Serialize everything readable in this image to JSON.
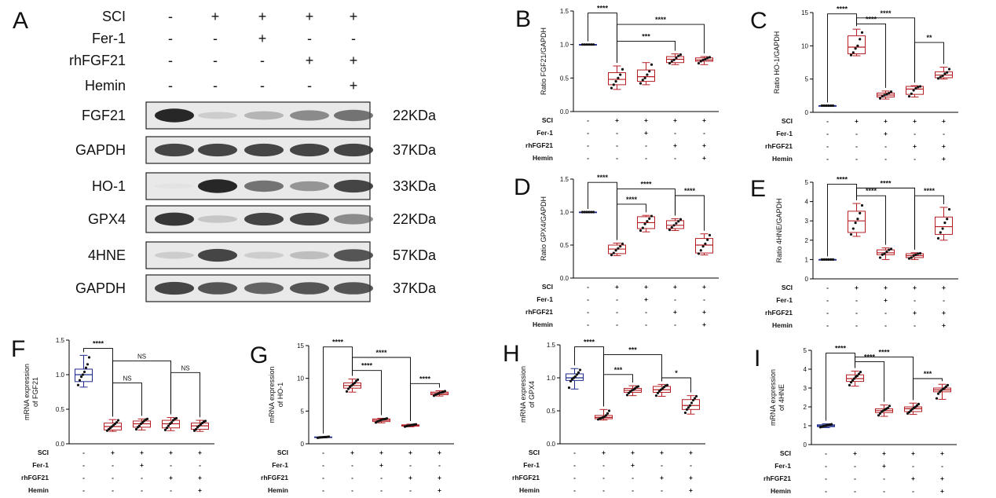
{
  "blot": {
    "letter": "A",
    "conditions": [
      {
        "label": "SCI",
        "values": [
          "-",
          "+",
          "+",
          "+",
          "+"
        ]
      },
      {
        "label": "Fer-1",
        "values": [
          "-",
          "-",
          "+",
          "-",
          "-"
        ]
      },
      {
        "label": "rhFGF21",
        "values": [
          "-",
          "-",
          "-",
          "+",
          "+"
        ]
      },
      {
        "label": "Hemin",
        "values": [
          "-",
          "-",
          "-",
          "-",
          "+"
        ]
      }
    ],
    "rows": [
      {
        "label": "FGF21",
        "kda": "22KDa",
        "intensity": [
          0.95,
          0.25,
          0.4,
          0.6,
          0.7
        ]
      },
      {
        "label": "GAPDH",
        "kda": "37KDa",
        "intensity": [
          0.85,
          0.85,
          0.85,
          0.85,
          0.85
        ]
      },
      {
        "label": "HO-1",
        "kda": "33KDa",
        "intensity": [
          0.05,
          0.95,
          0.7,
          0.55,
          0.85
        ]
      },
      {
        "label": "GPX4",
        "kda": "22KDa",
        "intensity": [
          0.9,
          0.3,
          0.85,
          0.85,
          0.6
        ]
      },
      {
        "label": "4HNE",
        "kda": "57KDa",
        "intensity": [
          0.25,
          0.85,
          0.25,
          0.35,
          0.8
        ]
      },
      {
        "label": "GAPDH",
        "kda": "37KDa",
        "intensity": [
          0.85,
          0.8,
          0.75,
          0.8,
          0.8
        ]
      }
    ]
  },
  "chart_data": [
    {
      "letter": "B",
      "type": "box",
      "ylabel": "Ratio FGF21/GAPDH",
      "ylim": [
        0,
        1.5
      ],
      "yticks": [
        "0.0",
        "0.5",
        "1.0",
        "1.5"
      ],
      "groups": [
        {
          "min": 1.0,
          "q1": 1.0,
          "median": 1.0,
          "q3": 1.0,
          "max": 1.0,
          "points": [
            1.0,
            1.0,
            1.0,
            1.0,
            1.0,
            1.0
          ]
        },
        {
          "min": 0.33,
          "q1": 0.4,
          "median": 0.48,
          "q3": 0.58,
          "max": 0.68,
          "points": [
            0.35,
            0.4,
            0.45,
            0.5,
            0.55,
            0.63
          ]
        },
        {
          "min": 0.4,
          "q1": 0.45,
          "median": 0.52,
          "q3": 0.62,
          "max": 0.73,
          "points": [
            0.42,
            0.47,
            0.5,
            0.55,
            0.6,
            0.7
          ]
        },
        {
          "min": 0.7,
          "q1": 0.73,
          "median": 0.78,
          "q3": 0.82,
          "max": 0.86,
          "points": [
            0.72,
            0.75,
            0.77,
            0.8,
            0.83,
            0.85
          ]
        },
        {
          "min": 0.7,
          "q1": 0.75,
          "median": 0.77,
          "q3": 0.8,
          "max": 0.82,
          "points": [
            0.72,
            0.75,
            0.77,
            0.78,
            0.8,
            0.81
          ]
        }
      ],
      "brackets": [
        {
          "from": 0,
          "to": 1,
          "y": 1.47,
          "label": "****"
        },
        {
          "from": 1,
          "to": 4,
          "y": 1.3,
          "label": "****"
        },
        {
          "from": 1,
          "to": 3,
          "y": 1.05,
          "label": "***"
        }
      ]
    },
    {
      "letter": "C",
      "type": "box",
      "ylabel": "Ratio HO-1/GAPDH",
      "ylim": [
        0,
        15
      ],
      "yticks": [
        "0",
        "5",
        "10",
        "15"
      ],
      "groups": [
        {
          "min": 1.0,
          "q1": 1.0,
          "median": 1.0,
          "q3": 1.0,
          "max": 1.0,
          "points": [
            1.0,
            1.0,
            1.0,
            1.0,
            1.0,
            1.0
          ]
        },
        {
          "min": 8.5,
          "q1": 8.8,
          "median": 9.8,
          "q3": 11.5,
          "max": 12.5,
          "points": [
            8.6,
            9.0,
            9.6,
            10.0,
            11.0,
            12.0
          ]
        },
        {
          "min": 2.0,
          "q1": 2.3,
          "median": 2.6,
          "q3": 2.9,
          "max": 3.2,
          "points": [
            2.1,
            2.4,
            2.6,
            2.7,
            2.9,
            3.1
          ]
        },
        {
          "min": 2.3,
          "q1": 2.7,
          "median": 3.5,
          "q3": 3.9,
          "max": 4.0,
          "points": [
            2.4,
            2.8,
            3.3,
            3.6,
            3.8,
            3.9
          ]
        },
        {
          "min": 5.0,
          "q1": 5.2,
          "median": 5.6,
          "q3": 6.1,
          "max": 6.8,
          "points": [
            5.1,
            5.3,
            5.5,
            5.8,
            6.0,
            6.5
          ]
        }
      ],
      "brackets": [
        {
          "from": 0,
          "to": 1,
          "y": 14.8,
          "label": "****"
        },
        {
          "from": 1,
          "to": 3,
          "y": 14.2,
          "label": "****"
        },
        {
          "from": 1,
          "to": 2,
          "y": 13.3,
          "label": "****"
        },
        {
          "from": 3,
          "to": 4,
          "y": 10.5,
          "label": "**"
        }
      ]
    },
    {
      "letter": "D",
      "type": "box",
      "ylabel": "Ratio GPX4/GAPDH",
      "ylim": [
        0,
        1.5
      ],
      "yticks": [
        "0.0",
        "0.5",
        "1.0",
        "1.5"
      ],
      "groups": [
        {
          "min": 1.0,
          "q1": 1.0,
          "median": 1.0,
          "q3": 1.0,
          "max": 1.0,
          "points": [
            1.0,
            1.0,
            1.0,
            1.0,
            1.0,
            1.0
          ]
        },
        {
          "min": 0.34,
          "q1": 0.37,
          "median": 0.44,
          "q3": 0.5,
          "max": 0.53,
          "points": [
            0.35,
            0.38,
            0.42,
            0.45,
            0.48,
            0.52
          ]
        },
        {
          "min": 0.7,
          "q1": 0.75,
          "median": 0.84,
          "q3": 0.93,
          "max": 0.95,
          "points": [
            0.72,
            0.76,
            0.82,
            0.86,
            0.9,
            0.94
          ]
        },
        {
          "min": 0.72,
          "q1": 0.75,
          "median": 0.8,
          "q3": 0.87,
          "max": 0.9,
          "points": [
            0.73,
            0.77,
            0.8,
            0.83,
            0.86,
            0.89
          ]
        },
        {
          "min": 0.35,
          "q1": 0.38,
          "median": 0.5,
          "q3": 0.6,
          "max": 0.67,
          "points": [
            0.37,
            0.42,
            0.48,
            0.52,
            0.58,
            0.65
          ]
        }
      ],
      "brackets": [
        {
          "from": 0,
          "to": 1,
          "y": 1.45,
          "label": "****"
        },
        {
          "from": 1,
          "to": 3,
          "y": 1.35,
          "label": "****"
        },
        {
          "from": 1,
          "to": 2,
          "y": 1.12,
          "label": "****"
        },
        {
          "from": 3,
          "to": 4,
          "y": 1.25,
          "label": "****"
        }
      ]
    },
    {
      "letter": "E",
      "type": "box",
      "ylabel": "Ratio 4HNE/GAPDH",
      "ylim": [
        0,
        5
      ],
      "yticks": [
        "0",
        "1",
        "2",
        "3",
        "4",
        "5"
      ],
      "groups": [
        {
          "min": 1.0,
          "q1": 1.0,
          "median": 1.0,
          "q3": 1.0,
          "max": 1.0,
          "points": [
            1.0,
            1.0,
            1.0,
            1.0,
            1.0,
            1.0
          ]
        },
        {
          "min": 2.2,
          "q1": 2.4,
          "median": 3.0,
          "q3": 3.5,
          "max": 3.9,
          "points": [
            2.3,
            2.6,
            2.9,
            3.1,
            3.4,
            3.8
          ]
        },
        {
          "min": 1.0,
          "q1": 1.25,
          "median": 1.35,
          "q3": 1.5,
          "max": 1.6,
          "points": [
            1.1,
            1.25,
            1.3,
            1.4,
            1.5,
            1.55
          ]
        },
        {
          "min": 1.0,
          "q1": 1.1,
          "median": 1.2,
          "q3": 1.3,
          "max": 1.35,
          "points": [
            1.05,
            1.1,
            1.2,
            1.25,
            1.3,
            1.32
          ]
        },
        {
          "min": 2.0,
          "q1": 2.3,
          "median": 2.7,
          "q3": 3.2,
          "max": 3.7,
          "points": [
            2.1,
            2.4,
            2.6,
            2.9,
            3.1,
            3.6
          ]
        }
      ],
      "brackets": [
        {
          "from": 0,
          "to": 1,
          "y": 4.9,
          "label": "****"
        },
        {
          "from": 1,
          "to": 3,
          "y": 4.7,
          "label": "****"
        },
        {
          "from": 1,
          "to": 2,
          "y": 4.3,
          "label": "****"
        },
        {
          "from": 3,
          "to": 4,
          "y": 4.3,
          "label": "****"
        }
      ]
    },
    {
      "letter": "F",
      "type": "box",
      "ylabel": "mRNA expression of FGF21",
      "ylim": [
        0,
        1.5
      ],
      "yticks": [
        "0.0",
        "0.5",
        "1.0",
        "1.5"
      ],
      "groups": [
        {
          "min": 0.82,
          "q1": 0.9,
          "median": 1.0,
          "q3": 1.08,
          "max": 1.28,
          "points": [
            0.85,
            0.92,
            0.97,
            1.0,
            1.04,
            1.1,
            1.15,
            1.25
          ]
        },
        {
          "min": 0.18,
          "q1": 0.2,
          "median": 0.25,
          "q3": 0.3,
          "max": 0.35,
          "points": [
            0.19,
            0.21,
            0.23,
            0.25,
            0.27,
            0.29,
            0.31,
            0.34
          ]
        },
        {
          "min": 0.2,
          "q1": 0.24,
          "median": 0.29,
          "q3": 0.33,
          "max": 0.36,
          "points": [
            0.21,
            0.24,
            0.26,
            0.29,
            0.31,
            0.33,
            0.35,
            0.36
          ]
        },
        {
          "min": 0.19,
          "q1": 0.23,
          "median": 0.29,
          "q3": 0.34,
          "max": 0.38,
          "points": [
            0.2,
            0.23,
            0.26,
            0.29,
            0.31,
            0.34,
            0.36,
            0.37
          ]
        },
        {
          "min": 0.18,
          "q1": 0.21,
          "median": 0.26,
          "q3": 0.3,
          "max": 0.34,
          "points": [
            0.19,
            0.21,
            0.24,
            0.26,
            0.28,
            0.3,
            0.32,
            0.33
          ]
        }
      ],
      "brackets": [
        {
          "from": 0,
          "to": 1,
          "y": 1.38,
          "label": "****"
        },
        {
          "from": 1,
          "to": 3,
          "y": 1.2,
          "label": "NS"
        },
        {
          "from": 1,
          "to": 2,
          "y": 0.88,
          "label": "NS"
        },
        {
          "from": 3,
          "to": 4,
          "y": 1.03,
          "label": "NS"
        }
      ]
    },
    {
      "letter": "G",
      "type": "box",
      "ylabel": "mRNA expression of HO-1",
      "ylim": [
        0,
        15
      ],
      "yticks": [
        "0",
        "5",
        "10",
        "15"
      ],
      "groups": [
        {
          "min": 0.9,
          "q1": 0.95,
          "median": 1.0,
          "q3": 1.05,
          "max": 1.1,
          "points": [
            0.92,
            0.96,
            0.98,
            1.0,
            1.02,
            1.04,
            1.06,
            1.08
          ]
        },
        {
          "min": 7.9,
          "q1": 8.5,
          "median": 8.9,
          "q3": 9.3,
          "max": 9.9,
          "points": [
            8.0,
            8.4,
            8.7,
            8.9,
            9.1,
            9.3,
            9.6,
            9.8
          ]
        },
        {
          "min": 3.2,
          "q1": 3.4,
          "median": 3.6,
          "q3": 3.8,
          "max": 3.9,
          "points": [
            3.25,
            3.4,
            3.5,
            3.6,
            3.7,
            3.75,
            3.8,
            3.88
          ]
        },
        {
          "min": 2.6,
          "q1": 2.7,
          "median": 2.8,
          "q3": 2.9,
          "max": 3.0,
          "points": [
            2.62,
            2.7,
            2.75,
            2.8,
            2.85,
            2.9,
            2.95,
            2.98
          ]
        },
        {
          "min": 7.3,
          "q1": 7.5,
          "median": 7.7,
          "q3": 7.9,
          "max": 8.1,
          "points": [
            7.35,
            7.5,
            7.6,
            7.7,
            7.8,
            7.85,
            7.95,
            8.05
          ]
        }
      ],
      "brackets": [
        {
          "from": 0,
          "to": 1,
          "y": 14.8,
          "label": "****"
        },
        {
          "from": 1,
          "to": 3,
          "y": 13.2,
          "label": "****"
        },
        {
          "from": 1,
          "to": 2,
          "y": 11.2,
          "label": "****"
        },
        {
          "from": 3,
          "to": 4,
          "y": 9.2,
          "label": "****"
        }
      ]
    },
    {
      "letter": "H",
      "type": "box",
      "ylabel": "mRNA expression of GPX4",
      "ylim": [
        0,
        1.5
      ],
      "yticks": [
        "0.0",
        "0.5",
        "1.0",
        "1.5"
      ],
      "groups": [
        {
          "min": 0.83,
          "q1": 0.96,
          "median": 1.0,
          "q3": 1.06,
          "max": 1.14,
          "points": [
            0.85,
            0.95,
            0.98,
            1.0,
            1.02,
            1.05,
            1.08,
            1.12
          ]
        },
        {
          "min": 0.36,
          "q1": 0.38,
          "median": 0.4,
          "q3": 0.43,
          "max": 0.52,
          "points": [
            0.37,
            0.38,
            0.39,
            0.4,
            0.41,
            0.43,
            0.46,
            0.5
          ]
        },
        {
          "min": 0.73,
          "q1": 0.78,
          "median": 0.81,
          "q3": 0.84,
          "max": 0.88,
          "points": [
            0.74,
            0.77,
            0.79,
            0.81,
            0.82,
            0.84,
            0.86,
            0.87
          ]
        },
        {
          "min": 0.72,
          "q1": 0.78,
          "median": 0.82,
          "q3": 0.87,
          "max": 0.9,
          "points": [
            0.73,
            0.77,
            0.8,
            0.82,
            0.84,
            0.86,
            0.88,
            0.89
          ]
        },
        {
          "min": 0.45,
          "q1": 0.52,
          "median": 0.58,
          "q3": 0.67,
          "max": 0.73,
          "points": [
            0.47,
            0.52,
            0.55,
            0.58,
            0.62,
            0.66,
            0.69,
            0.72
          ]
        }
      ],
      "brackets": [
        {
          "from": 0,
          "to": 1,
          "y": 1.47,
          "label": "****"
        },
        {
          "from": 1,
          "to": 3,
          "y": 1.35,
          "label": "***"
        },
        {
          "from": 1,
          "to": 2,
          "y": 1.05,
          "label": "***"
        },
        {
          "from": 3,
          "to": 4,
          "y": 1.0,
          "label": "*"
        }
      ]
    },
    {
      "letter": "I",
      "type": "box",
      "ylabel": "mRNA expression of 4HNE",
      "ylim": [
        0,
        5
      ],
      "yticks": [
        "0",
        "1",
        "2",
        "3",
        "4",
        "5"
      ],
      "groups": [
        {
          "min": 0.9,
          "q1": 0.95,
          "median": 1.0,
          "q3": 1.05,
          "max": 1.1,
          "points": [
            0.92,
            0.95,
            0.98,
            1.0,
            1.02,
            1.04,
            1.06,
            1.08
          ]
        },
        {
          "min": 3.1,
          "q1": 3.35,
          "median": 3.5,
          "q3": 3.7,
          "max": 3.9,
          "points": [
            3.15,
            3.3,
            3.4,
            3.5,
            3.6,
            3.65,
            3.75,
            3.85
          ]
        },
        {
          "min": 1.5,
          "q1": 1.7,
          "median": 1.8,
          "q3": 1.9,
          "max": 2.1,
          "points": [
            1.55,
            1.65,
            1.75,
            1.8,
            1.85,
            1.9,
            1.95,
            2.05
          ]
        },
        {
          "min": 1.6,
          "q1": 1.75,
          "median": 1.9,
          "q3": 2.0,
          "max": 2.2,
          "points": [
            1.65,
            1.72,
            1.8,
            1.88,
            1.95,
            2.0,
            2.08,
            2.15
          ]
        },
        {
          "min": 2.4,
          "q1": 2.8,
          "median": 2.9,
          "q3": 3.0,
          "max": 3.2,
          "points": [
            2.45,
            2.7,
            2.8,
            2.88,
            2.95,
            3.0,
            3.08,
            3.15
          ]
        }
      ],
      "brackets": [
        {
          "from": 0,
          "to": 1,
          "y": 4.85,
          "label": "****"
        },
        {
          "from": 1,
          "to": 3,
          "y": 4.65,
          "label": "****"
        },
        {
          "from": 1,
          "to": 2,
          "y": 4.4,
          "label": "****"
        },
        {
          "from": 3,
          "to": 4,
          "y": 3.5,
          "label": "***"
        }
      ]
    }
  ],
  "chart_conditions": [
    {
      "label": "SCI",
      "values": [
        "-",
        "+",
        "+",
        "+",
        "+"
      ]
    },
    {
      "label": "Fer-1",
      "values": [
        "-",
        "-",
        "+",
        "-",
        "-"
      ]
    },
    {
      "label": "rhFGF21",
      "values": [
        "-",
        "-",
        "-",
        "+",
        "+"
      ]
    },
    {
      "label": "Hemin",
      "values": [
        "-",
        "-",
        "-",
        "-",
        "+"
      ]
    }
  ],
  "colors": {
    "control": "#1f2a8c",
    "treated": "#b51f24",
    "point": "#111111"
  }
}
